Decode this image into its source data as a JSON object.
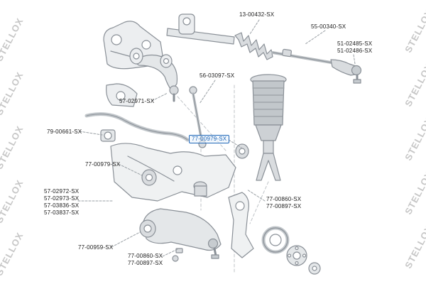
{
  "watermark": {
    "text": "STELLOX"
  },
  "highlight_color": "#1e66b8",
  "labels": [
    {
      "text": "13-00432-SX"
    },
    {
      "text": "55-00340-SX"
    },
    {
      "text": "51-02485-SX"
    },
    {
      "text": "51-02486-SX"
    },
    {
      "text": "56-03097-SX"
    },
    {
      "text": "57-02971-SX"
    },
    {
      "text": "79-00661-SX"
    },
    {
      "text": "77-00979-SX",
      "highlighted": "true"
    },
    {
      "text": "77-00979-SX"
    },
    {
      "text": "57-02972-SX"
    },
    {
      "text": "57-02973-SX"
    },
    {
      "text": "57-03836-SX"
    },
    {
      "text": "57-03837-SX"
    },
    {
      "text": "77-00860-SX"
    },
    {
      "text": "77-00897-SX"
    },
    {
      "text": "77-00959-SX"
    },
    {
      "text": "77-00860-SX"
    },
    {
      "text": "77-00897-SX"
    }
  ]
}
